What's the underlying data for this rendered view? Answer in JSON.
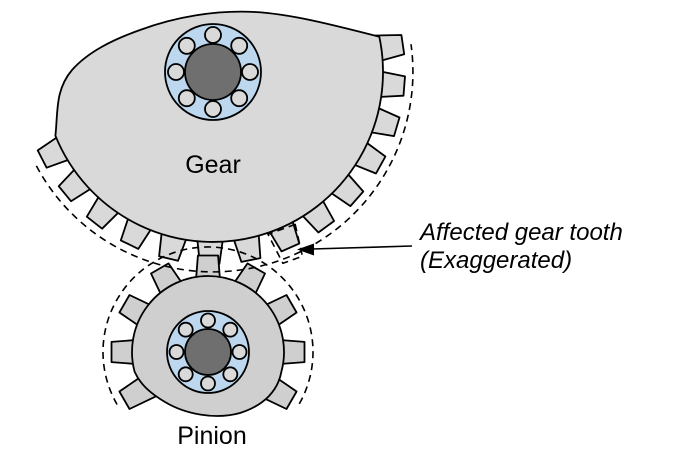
{
  "labels": {
    "gear": "Gear",
    "pinion": "Pinion"
  },
  "annotation": {
    "line1": "Affected gear tooth",
    "line2": "(Exaggerated)"
  },
  "colors": {
    "background": "#ffffff",
    "outline": "#000000",
    "gear_body": "#d9d9d9",
    "pinion_body": "#cfcfcf",
    "bearing_ring": "#bdd7ee",
    "hub": "#6f6f6f",
    "ball": "#d9d9d9"
  }
}
